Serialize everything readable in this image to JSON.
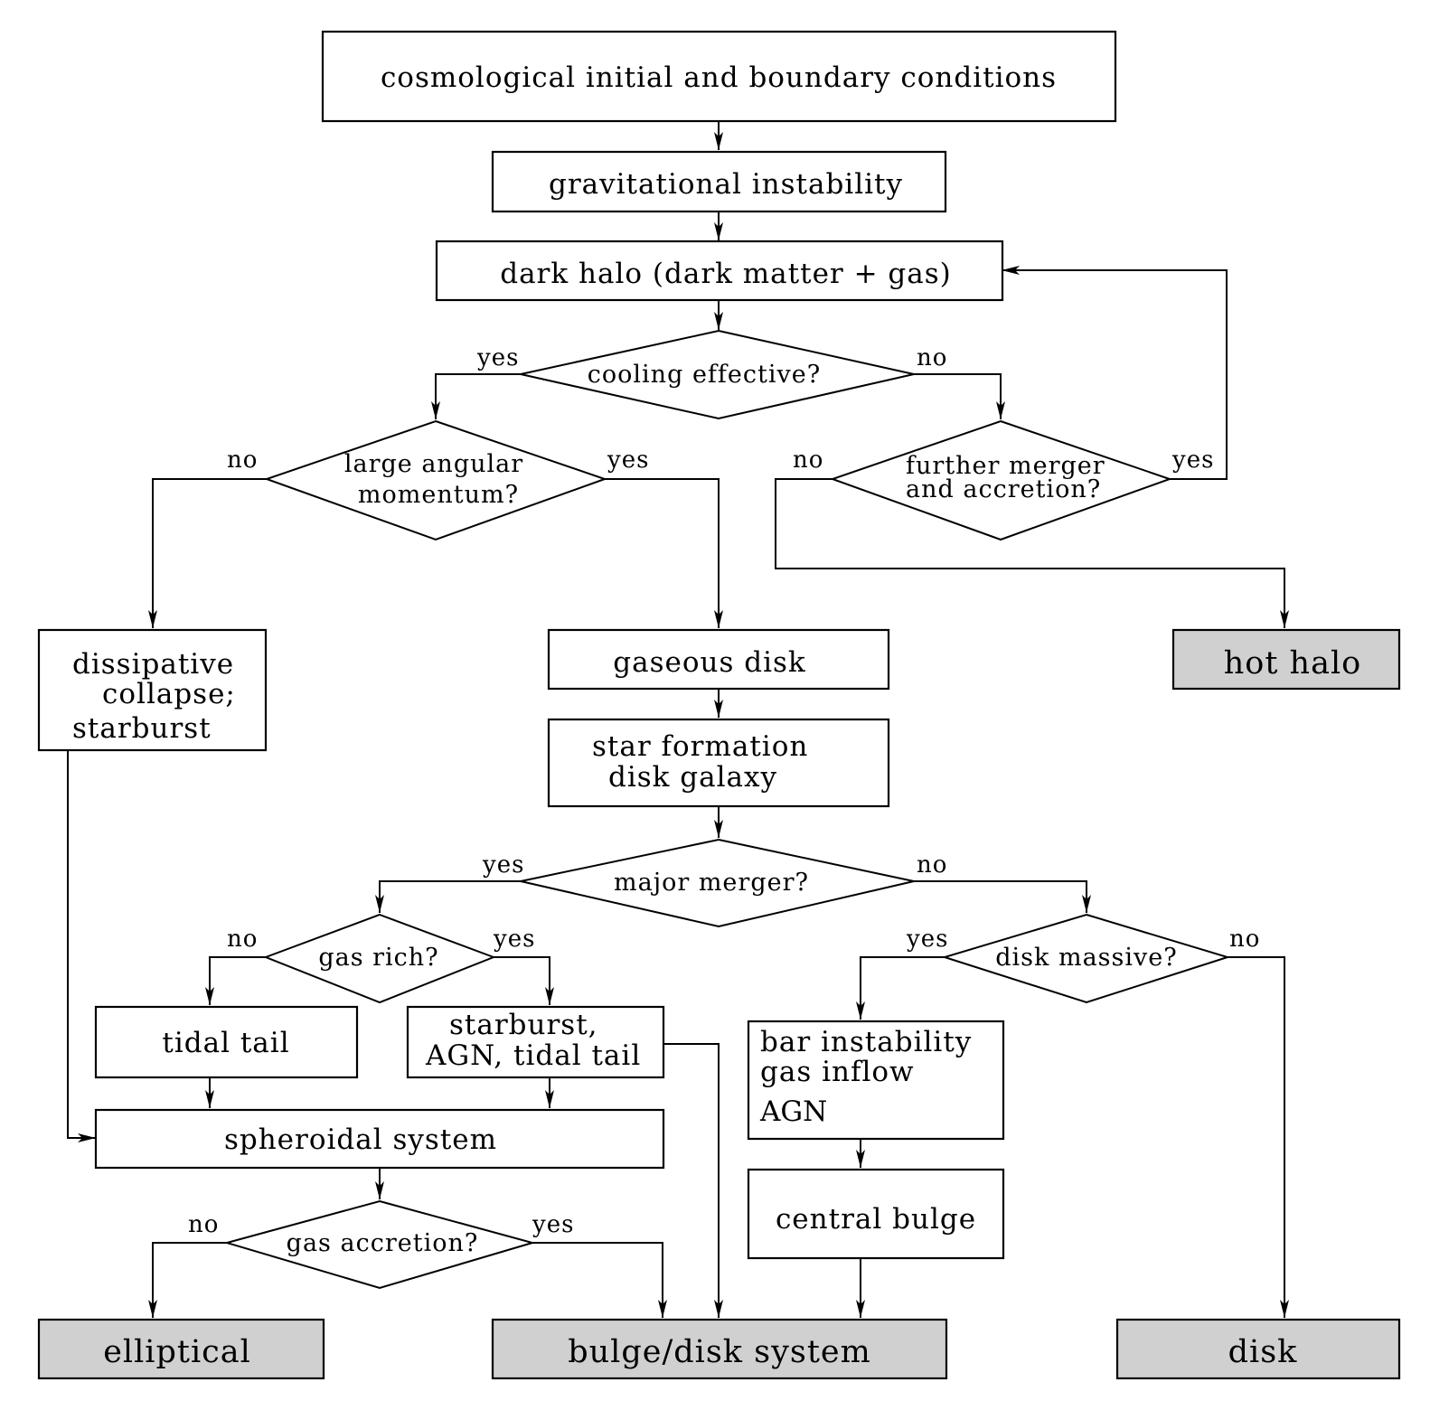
{
  "nodes": {
    "cosmo": "cosmological initial and boundary conditions",
    "grav": "gravitational instability",
    "halo": "dark halo (dark matter + gas)",
    "cooling": "cooling effective?",
    "angular": [
      "large angular",
      "momentum?"
    ],
    "further": [
      "further merger",
      "and accretion?"
    ],
    "dissipative": [
      "dissipative",
      "collapse;",
      "starburst"
    ],
    "gaseous": "gaseous disk",
    "starform": [
      "star formation",
      "disk galaxy"
    ],
    "hothalo": "hot halo",
    "major": "major merger?",
    "gasrich": "gas rich?",
    "diskmassive": "disk massive?",
    "tidal": "tidal tail",
    "starburst": [
      "starburst,",
      "AGN, tidal tail"
    ],
    "bar": [
      "bar instability",
      "gas inflow",
      "AGN"
    ],
    "spheroidal": "spheroidal system",
    "bulge": "central bulge",
    "gasacc": "gas accretion?",
    "elliptical": "elliptical",
    "bulgedisk": "bulge/disk system",
    "disk": "disk"
  },
  "labels": {
    "cooling_yes": "yes",
    "cooling_no": "no",
    "angular_no": "no",
    "angular_yes": "yes",
    "further_no": "no",
    "further_yes": "yes",
    "major_yes": "yes",
    "major_no": "no",
    "gasrich_no": "no",
    "gasrich_yes": "yes",
    "diskmassive_yes": "yes",
    "diskmassive_no": "no",
    "gasacc_no": "no",
    "gasacc_yes": "yes"
  },
  "colors": {
    "terminal_fill": "#d0d0d0",
    "stroke": "#000000"
  }
}
